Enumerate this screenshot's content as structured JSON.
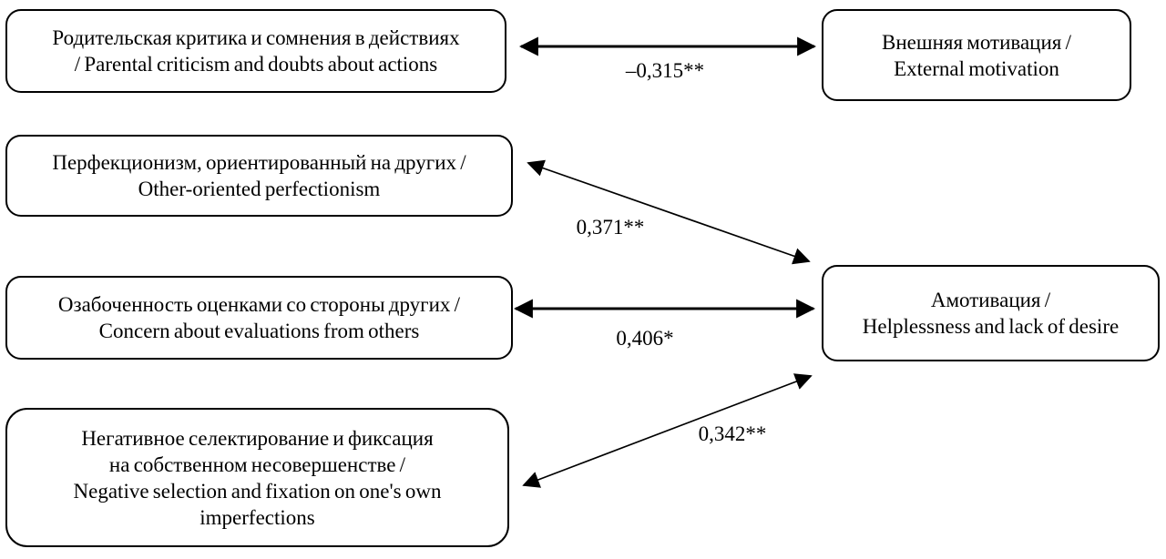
{
  "figure": {
    "type": "correlation-path-diagram",
    "colors": {
      "background": "#ffffff",
      "node_fill": "#ffffff",
      "node_border": "#000000",
      "arrow": "#000000",
      "text": "#000000"
    },
    "nodes": [
      {
        "id": "parental-criticism",
        "lines": [
          "Родительская критика и сомнения в действиях",
          "/ Parental criticism and doubts about actions"
        ]
      },
      {
        "id": "other-oriented-perfectionism",
        "lines": [
          "Перфекционизм, ориентированный на других /",
          "Other-oriented perfectionism"
        ]
      },
      {
        "id": "concern-about-evaluations",
        "lines": [
          "Озабоченность оценками со стороны других /",
          "Concern about evaluations from others"
        ]
      },
      {
        "id": "negative-selection",
        "lines": [
          "Негативное селектирование и фиксация",
          "на собственном несовершенстве /",
          "Negative selection and fixation on one's own",
          "imperfections"
        ]
      },
      {
        "id": "external-motivation",
        "lines": [
          "Внешняя мотивация /",
          "External motivation"
        ]
      },
      {
        "id": "amotivation",
        "lines": [
          "Амотивация /",
          "Helplessness and lack of desire"
        ]
      }
    ],
    "edges": [
      {
        "from": "parental-criticism",
        "to": "external-motivation",
        "label": "–0,315**",
        "style": "double-headed"
      },
      {
        "from": "other-oriented-perfectionism",
        "to": "amotivation",
        "label": "0,371**",
        "style": "double-headed"
      },
      {
        "from": "concern-about-evaluations",
        "to": "amotivation",
        "label": "0,406*",
        "style": "double-headed"
      },
      {
        "from": "negative-selection",
        "to": "amotivation",
        "label": "0,342**",
        "style": "double-headed"
      }
    ]
  }
}
